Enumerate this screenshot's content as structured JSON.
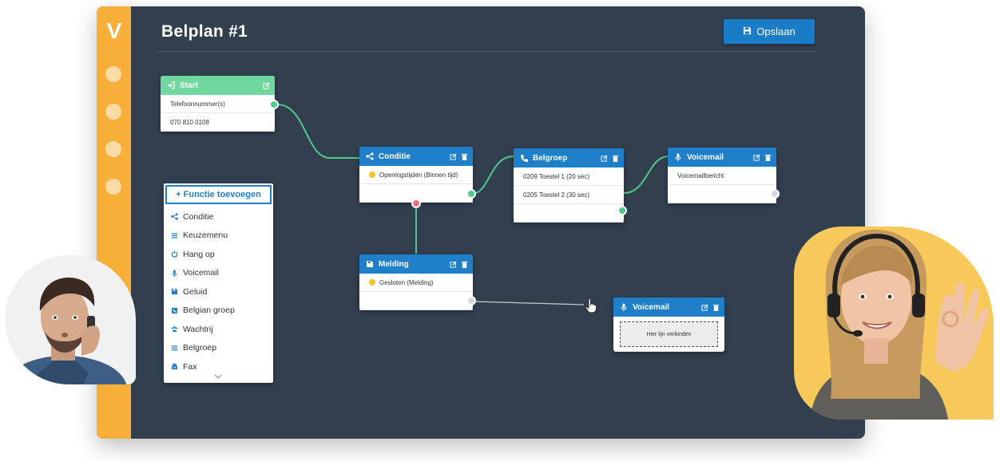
{
  "app": {
    "title": "Belplan #1",
    "save_label": "Opslaan",
    "logo": "V",
    "sidebar_items": [
      "nav-1",
      "nav-2",
      "nav-3",
      "nav-4"
    ]
  },
  "nodes": {
    "start": {
      "title": "Start",
      "rows": [
        "Telefoonnummer(s)",
        "070 810 0108"
      ]
    },
    "conditie": {
      "title": "Conditie",
      "rows": [
        "Openingstijden (Binnen tijd)",
        ""
      ]
    },
    "belgroep": {
      "title": "Belgroep",
      "rows": [
        "0209 Toestel 1 (20 sec)",
        "0205 Toestel 2 (30 sec)",
        ""
      ]
    },
    "voicemail_top": {
      "title": "Voicemail",
      "rows": [
        "Voicemailbericht",
        ""
      ]
    },
    "melding": {
      "title": "Melding",
      "rows": [
        "Gesloten (Melding)",
        ""
      ]
    },
    "voicemail_bottom": {
      "title": "Voicemail",
      "drop_label": "Hier lijn verbinden"
    }
  },
  "function_panel": {
    "add_label": "+ Functie toevoegen",
    "items": [
      {
        "label": "Conditie",
        "icon": "share-icon"
      },
      {
        "label": "Keuzemenu",
        "icon": "list-icon"
      },
      {
        "label": "Hang op",
        "icon": "power-icon"
      },
      {
        "label": "Voicemail",
        "icon": "microphone-icon"
      },
      {
        "label": "Geluid",
        "icon": "save-icon"
      },
      {
        "label": "Belgian groep",
        "icon": "phone-book-icon"
      },
      {
        "label": "Wachtrij",
        "icon": "users-icon"
      },
      {
        "label": "Belgroep",
        "icon": "list-icon"
      },
      {
        "label": "Fax",
        "icon": "fax-icon"
      }
    ]
  },
  "colors": {
    "canvas": "#323f4f",
    "sidebar": "#f8af39",
    "node_header": "#1f7fc9",
    "start_header": "#6fd79f",
    "port_green": "#4fc98b",
    "port_red": "#e8707a",
    "wire": "#4fc98b"
  }
}
